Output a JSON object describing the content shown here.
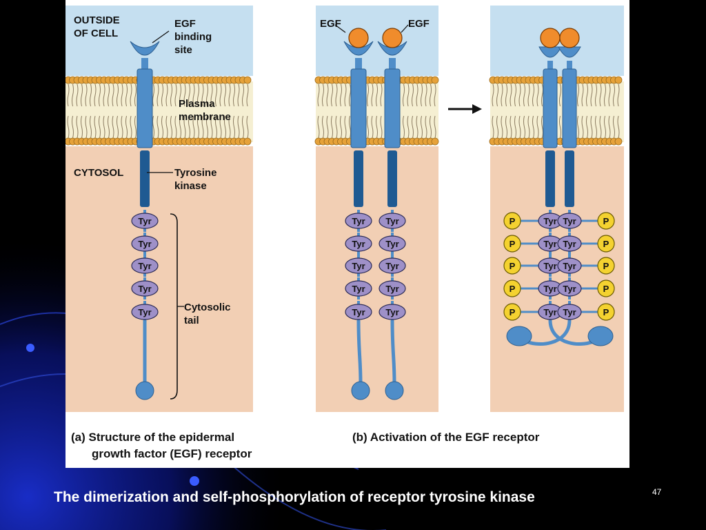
{
  "colors": {
    "slide_background": "#000000",
    "decoration_blue": "#0a1f9e",
    "extracellular": "#c5dff0",
    "cytosol": "#f2cfb4",
    "receptor": "#4f8dc8",
    "tyrosine_kinase": "#1f5a92",
    "tyr": "#9e90c8",
    "egf": "#f08c2c",
    "phosphate": "#f4d230"
  },
  "icons": [
    "arrow-right-icon",
    "ellipse-icon",
    "circle-icon",
    "bracket-icon"
  ],
  "panel_a": {
    "outside_label": "OUTSIDE\nOF CELL",
    "egf_binding_label": "EGF\nbinding\nsite",
    "membrane_label": "Plasma\nmembrane",
    "cytosol_label": "CYTOSOL",
    "kinase_label": "Tyrosine\nkinase",
    "tail_label": "Cytosolic\ntail",
    "tyr_label": "Tyr",
    "tyr_count": 5,
    "caption_line1": "(a) Structure of the epidermal",
    "caption_line2": "growth factor (EGF) receptor"
  },
  "panel_b": {
    "egf_label": "EGF",
    "egf_label_right": "EGF",
    "tyr_label": "Tyr",
    "phosphate_label": "P",
    "caption": "(b) Activation of the EGF receptor"
  },
  "slide": {
    "caption": "The dimerization and self-phosphorylation of receptor tyrosine kinase",
    "page_number": "47"
  }
}
